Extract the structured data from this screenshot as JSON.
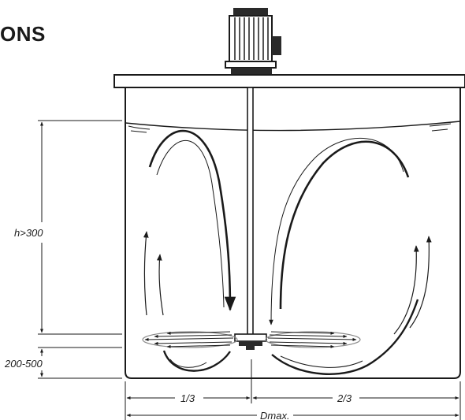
{
  "heading": "ONS",
  "labels": {
    "height": "h>300",
    "clearance": "200-500",
    "left_fraction": "1/3",
    "right_fraction": "2/3",
    "diameter": "Dmax."
  },
  "colors": {
    "line": "#1a1a1a",
    "blade": "#8a8a8a",
    "motor": "#2a2a2a"
  }
}
